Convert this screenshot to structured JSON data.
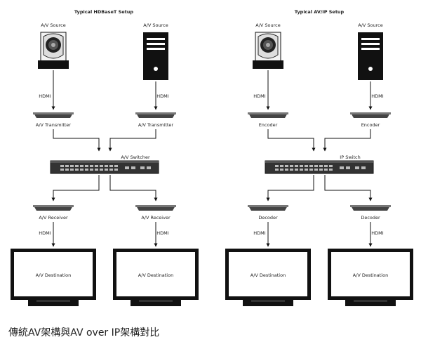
{
  "left": {
    "title": "Typical HDBaseT Setup",
    "source_camera_label": "A/V Source",
    "source_pc_label": "A/V Source",
    "cable_left": "HDMI",
    "cable_right": "HDMI",
    "transmitter_left_label": "A/V Transmitter",
    "transmitter_right_label": "A/V Transmitter",
    "switch_label": "A/V Switcher",
    "receiver_left_label": "A/V Receiver",
    "receiver_right_label": "A/V Receiver",
    "out_cable_left": "HDMI",
    "out_cable_right": "HDMI",
    "dest_left_label": "A/V Destination",
    "dest_right_label": "A/V Destination"
  },
  "right": {
    "title": "Typical AV/IP Setup",
    "source_camera_label": "A/V Source",
    "source_pc_label": "A/V Source",
    "cable_left": "HDMI",
    "cable_right": "HDMI",
    "transmitter_left_label": "Encoder",
    "transmitter_right_label": "Encoder",
    "switch_label": "IP Switch",
    "receiver_left_label": "Decoder",
    "receiver_right_label": "Decoder",
    "out_cable_left": "HDMI",
    "out_cable_right": "HDMI",
    "dest_left_label": "A/V Destination",
    "dest_right_label": "A/V Destination"
  },
  "caption": "傳統AV架構與AV over IP架構對比"
}
